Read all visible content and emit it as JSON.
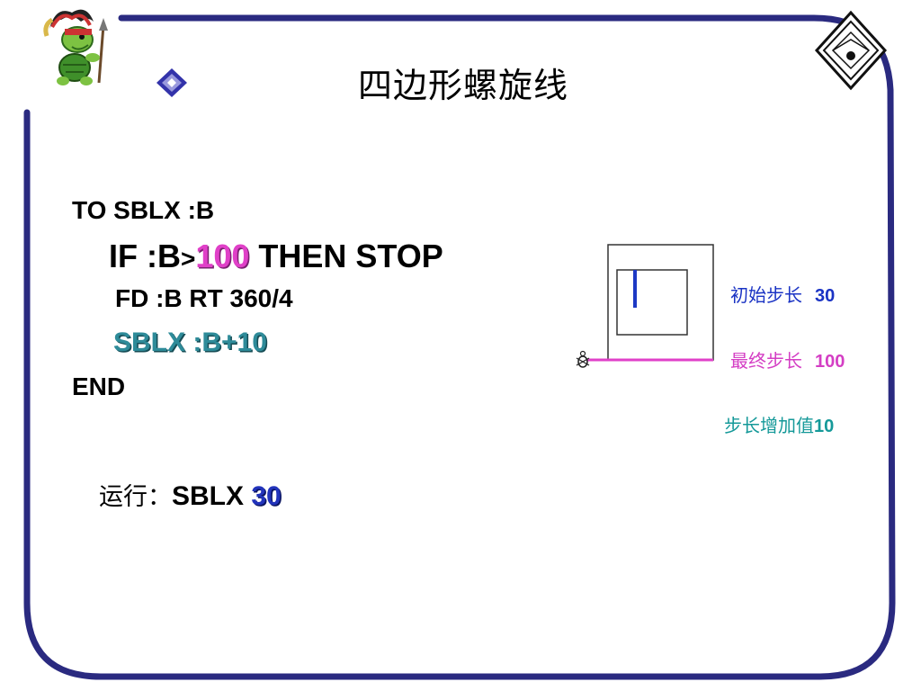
{
  "title": "四边形螺旋线",
  "code": {
    "line1": "TO SBLX :B",
    "line2_prefix": "IF :B",
    "line2_op": ">",
    "line2_value": "100",
    "line2_suffix": " THEN STOP",
    "line3": "FD :B  RT 360/4",
    "line4": "SBLX :B+10",
    "line5": "END"
  },
  "run": {
    "label": "运行：",
    "command": "SBLX  ",
    "arg": "30"
  },
  "legend": {
    "initial_step_label": "初始步长",
    "initial_step_value": "30",
    "final_step_label": "最终步长",
    "final_step_value": "100",
    "increment_label": "步长增加值",
    "increment_value": "10"
  },
  "colors": {
    "frame": "#2a2a80",
    "spiral_outer": "#333333",
    "spiral_current": "#1d39c4",
    "spiral_final": "#e040c8",
    "code_highlight": "#2e8b99"
  },
  "icons": [
    "turtle-chief-icon",
    "diamond-bullet-icon",
    "nav-diamond-icon",
    "turtle-cursor-icon"
  ]
}
